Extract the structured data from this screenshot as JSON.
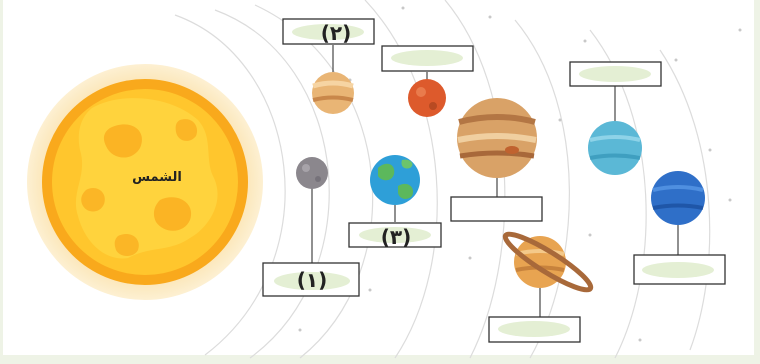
{
  "sun": {
    "label": "الشمس"
  },
  "labels": {
    "mercury": "(١)",
    "venus": "(٢)",
    "earth": "(٣)"
  },
  "colors": {
    "background": "#ffffff",
    "page_edge": "#eef3e6",
    "label_fill": "#e4efd4",
    "sun_outer": "#fbe3b0",
    "sun_main": "#f9a91c",
    "sun_core": "#ffcf35"
  }
}
